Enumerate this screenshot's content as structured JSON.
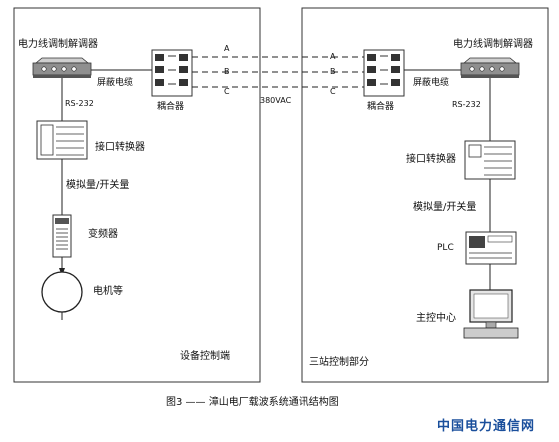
{
  "caption": "图3 —— 漳山电厂载波系统通讯结构图",
  "brand": "中国电力通信网",
  "left_panel": {
    "title": "设备控制端",
    "modem_label": "电力线调制解调器",
    "cable_label": "屏蔽电缆",
    "coupler_label": "耦合器",
    "rs232_label": "RS-232",
    "converter_label": "接口转换器",
    "signal_label": "模拟量/开关量",
    "vfd_label": "变频器",
    "motor_label": "电机等"
  },
  "right_panel": {
    "title": "三站控制部分",
    "modem_label": "电力线调制解调器",
    "cable_label": "屏蔽电缆",
    "coupler_label": "耦合器",
    "rs232_label": "RS-232",
    "converter_label": "接口转换器",
    "signal_label": "模拟量/开关量",
    "plc_label": "PLC",
    "control_center_label": "主控中心"
  },
  "line": {
    "voltage_label": "380VAC",
    "phases": [
      "A",
      "B",
      "C"
    ]
  }
}
